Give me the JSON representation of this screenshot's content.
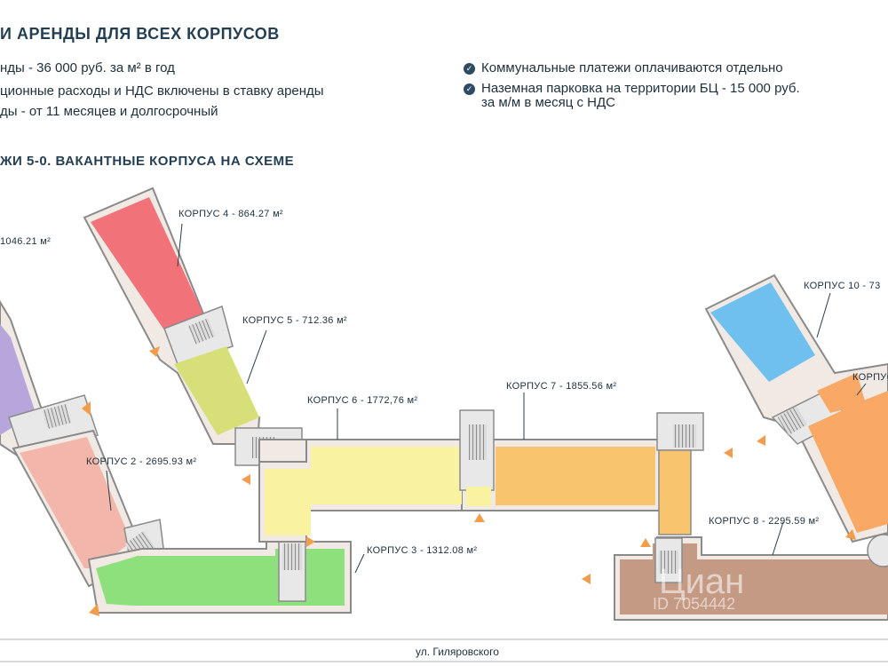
{
  "header": {
    "title": "И АРЕНДЫ ДЛЯ ВСЕХ КОРПУСОВ",
    "conditions_left": [
      "нды - 36 000 руб. за м² в год",
      "ционные расходы и НДС включены в ставку аренды",
      "ды - от 11 месяцев и долгосрочный"
    ],
    "conditions_right": [
      "Коммунальные платежи оплачиваются отдельно",
      "Наземная парковка на территории БЦ - 15 000 руб.",
      "за м/м в месяц с НДС"
    ],
    "scheme_title": "ЖИ 5-0. ВАКАНТНЫЕ КОРПУСА НА СХЕМЕ"
  },
  "plan": {
    "buildings": [
      {
        "id": "korpus-1",
        "label": "1046.21 м²",
        "color": "#b7a6dc"
      },
      {
        "id": "korpus-2",
        "label": "КОРПУС 2 - 2695.93 м²",
        "color": "#f2b7aa"
      },
      {
        "id": "korpus-3",
        "label": "КОРПУС 3 - 1312.08 м²",
        "color": "#8ee07c"
      },
      {
        "id": "korpus-4",
        "label": "КОРПУС 4 - 864.27 м²",
        "color": "#f2727a"
      },
      {
        "id": "korpus-5",
        "label": "КОРПУС 5 - 712.36 м²",
        "color": "#d6df78"
      },
      {
        "id": "korpus-6",
        "label": "КОРПУС 6 - 1772,76 м²",
        "color": "#f9f2a0"
      },
      {
        "id": "korpus-7",
        "label": "КОРПУС 7 - 1855.56 м²",
        "color": "#f8c46e"
      },
      {
        "id": "korpus-8",
        "label": "КОРПУС 8 - 2295.59 м²",
        "color": "#c59a84"
      },
      {
        "id": "korpus-9",
        "label": "КОРПУС",
        "color": "#f9a865"
      },
      {
        "id": "korpus-10",
        "label": "КОРПУС 10 - 73",
        "color": "#6fc0ee"
      }
    ],
    "street": "ул. Гиляровского",
    "watermark_main": "Циан",
    "watermark_id": "ID 7054442"
  },
  "colors": {
    "heading": "#243e52",
    "arrow": "#f29c4c",
    "wall": "#f0e9e4",
    "wall_stroke": "#8a8a8a"
  }
}
